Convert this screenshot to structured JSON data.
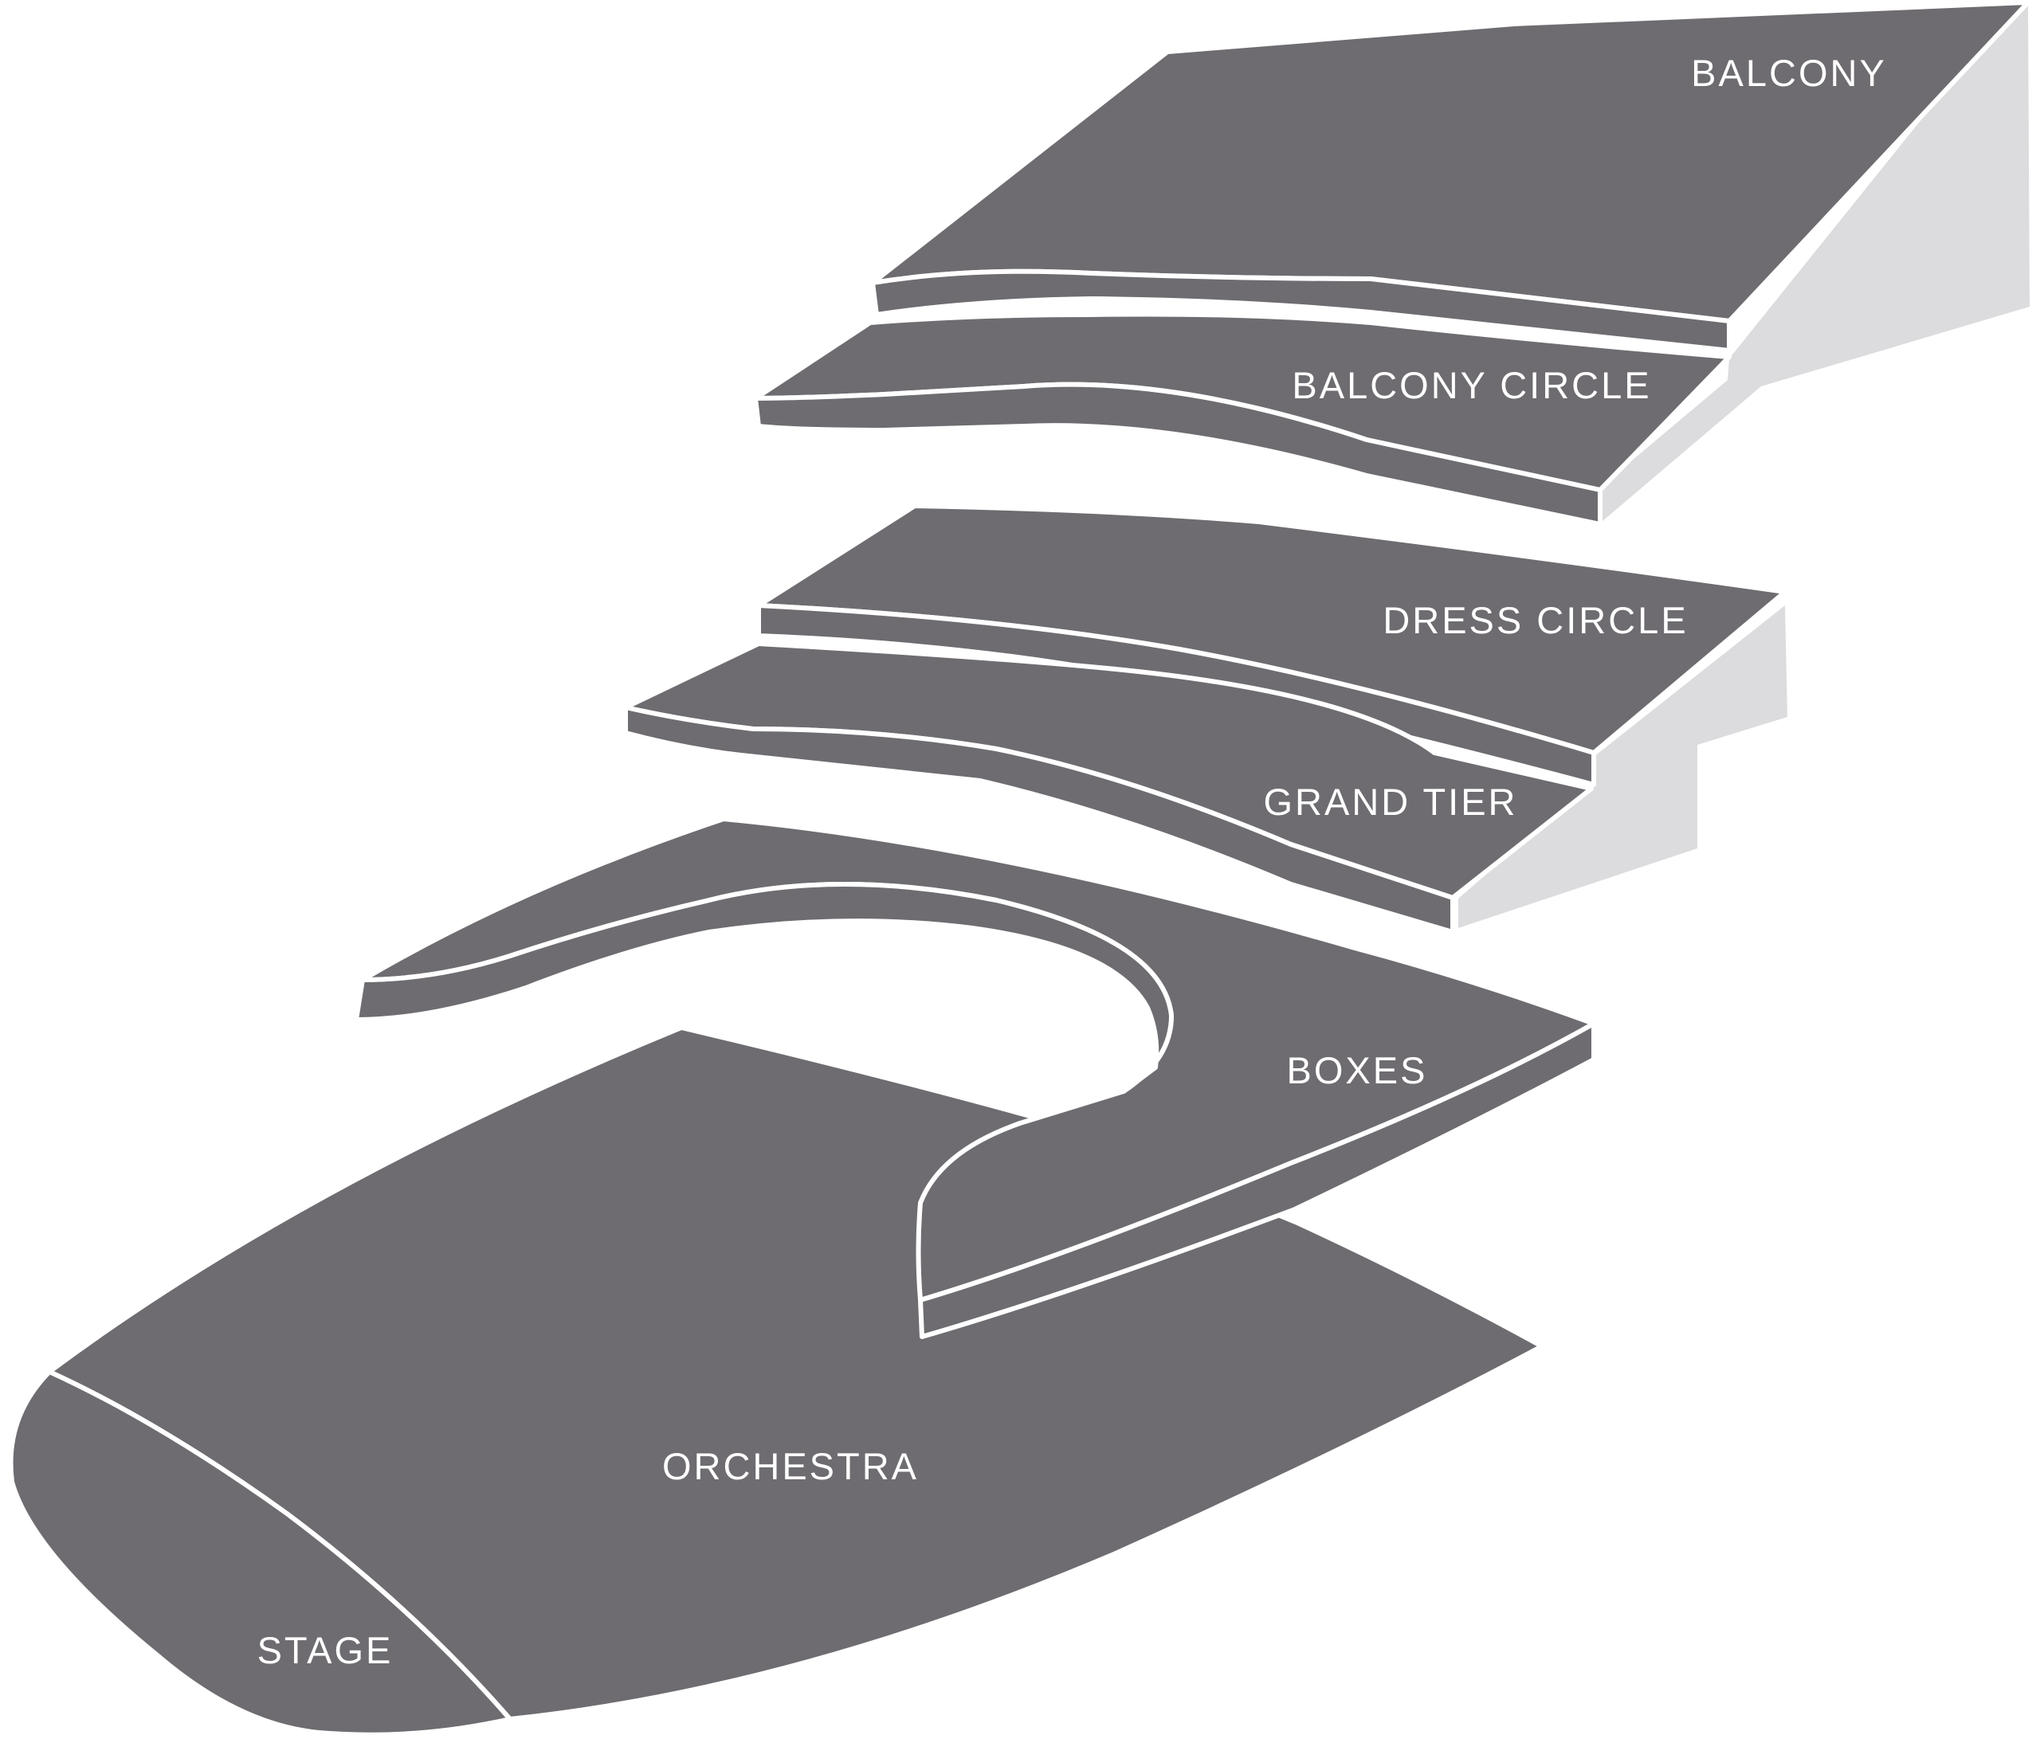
{
  "colors": {
    "section_fill": "#6e6c70",
    "wall_fill": "#dcdcde",
    "outline": "#ffffff",
    "label_text": "#ffffff",
    "background": "#ffffff"
  },
  "sections": {
    "balcony": {
      "label": "BALCONY"
    },
    "balcony_circle": {
      "label": "BALCONY CIRCLE"
    },
    "dress_circle": {
      "label": "DRESS CIRCLE"
    },
    "grand_tier": {
      "label": "GRAND TIER"
    },
    "boxes": {
      "label": "BOXES"
    },
    "orchestra": {
      "label": "ORCHESTRA"
    },
    "stage": {
      "label": "STAGE"
    }
  }
}
